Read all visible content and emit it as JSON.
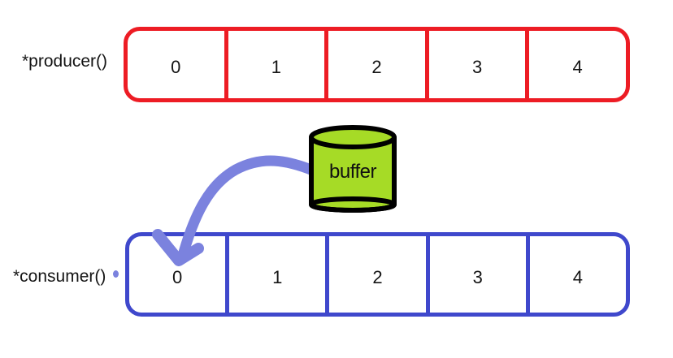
{
  "producer": {
    "label": "*producer()",
    "cells": [
      "0",
      "1",
      "2",
      "3",
      "4"
    ],
    "border_color": "#ed1c24"
  },
  "consumer": {
    "label": "*consumer()",
    "cells": [
      "0",
      "1",
      "2",
      "3",
      "4"
    ],
    "border_color": "#3f48cc"
  },
  "buffer": {
    "label": "buffer",
    "fill_color": "#a6db26",
    "outline_color": "#000000"
  },
  "arrow": {
    "color": "#7b82de",
    "from": "buffer",
    "to": "consumer-cell-0"
  },
  "background_color": "#ffffff"
}
